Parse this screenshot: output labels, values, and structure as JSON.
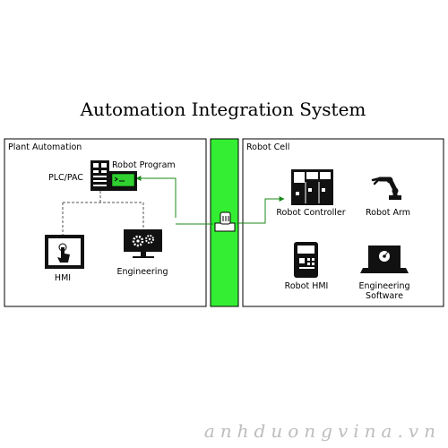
{
  "title": "Automation Integration System",
  "panels": {
    "left": {
      "label": "Plant Automation"
    },
    "right": {
      "label": "Robot Cell"
    }
  },
  "nodes": {
    "plc": "PLC/PAC",
    "robot_program": "Robot Program",
    "hmi": "HMI",
    "engineering": "Engineering",
    "robot_controller": "Robot Controller",
    "robot_arm": "Robot Arm",
    "robot_hmi": "Robot HMI",
    "engineering_software_line1": "Engineering",
    "engineering_software_line2": "Software"
  },
  "watermark": "anhduongvina.vn",
  "colors": {
    "bus": "#33ee33",
    "connector": "#1a8a1a",
    "screen": "#2fd02f"
  },
  "icons": {
    "plc": "plc-icon",
    "hmi": "touch-screen-icon",
    "engineering": "gears-monitor-icon",
    "robot_controller": "controller-cabinet-icon",
    "robot_arm": "robot-arm-icon",
    "robot_hmi": "handheld-pendant-icon",
    "engineering_software": "laptop-disc-icon",
    "gateway": "network-switch-icon"
  }
}
